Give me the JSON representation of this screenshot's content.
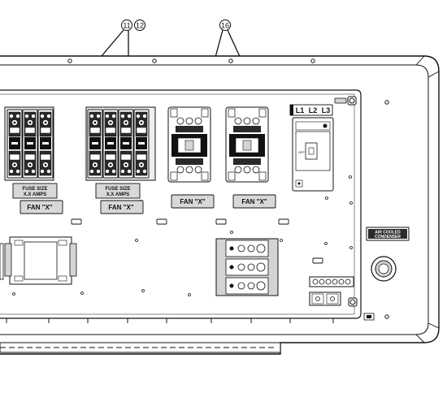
{
  "callouts": [
    "11",
    "12",
    "16"
  ],
  "fuse_labels": [
    {
      "line1": "FUSE SIZE",
      "line2": "X.X AMPS"
    },
    {
      "line1": "FUSE SIZE",
      "line2": "X.X AMPS"
    }
  ],
  "fan_labels": [
    "FAN \"X\"",
    "FAN \"X\"",
    "FAN \"X\"",
    "FAN \"X\""
  ],
  "phase_labels": [
    "L1",
    "L2",
    "L3"
  ],
  "breaker_off_label": "OFF",
  "warning_label": {
    "line1": "AIR COOLED",
    "line2": "CONDENSER"
  },
  "colors": {
    "line": "#111111",
    "panel": "#ffffff",
    "fill_gray": "#d4d4d4",
    "fill_dark": "#222222"
  }
}
